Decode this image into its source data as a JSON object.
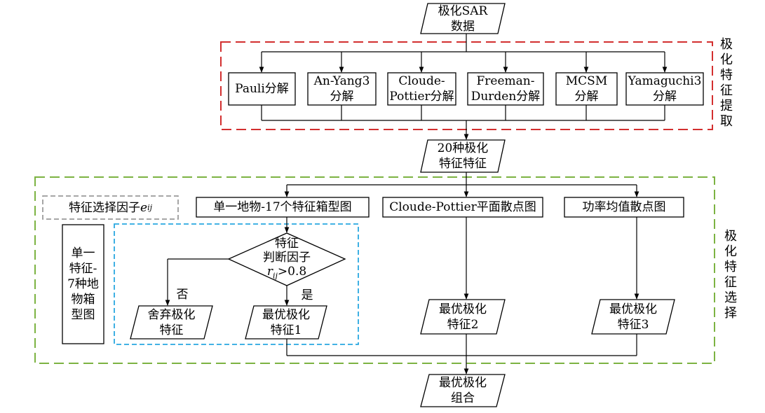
{
  "input": {
    "line1": "极化SAR",
    "line2": "数据"
  },
  "extraction_section_label": [
    "极",
    "化",
    "特",
    "征",
    "提",
    "取"
  ],
  "decompositions": [
    {
      "line1": "Pauli分解",
      "line2": ""
    },
    {
      "line1": "An-Yang3",
      "line2": "分解"
    },
    {
      "line1": "Cloude-",
      "line2": "Pottier分解"
    },
    {
      "line1": "Freeman-",
      "line2": "Durden分解"
    },
    {
      "line1": "MCSM",
      "line2": "分解"
    },
    {
      "line1": "Yamaguchi3",
      "line2": "分解"
    }
  ],
  "features20": {
    "line1": "20种极化",
    "line2": "特征特征"
  },
  "selection_section_label": [
    "极",
    "化",
    "特",
    "征",
    "选",
    "择"
  ],
  "factor_label": {
    "text": "特征选择因子",
    "var": "e",
    "sub": "ij"
  },
  "boxplot7": [
    "单一",
    "特征-",
    "7种地",
    "物箱",
    "型图"
  ],
  "methods": [
    {
      "text": "单一地物-17个特征箱型图"
    },
    {
      "text": "Cloude-Pottier平面散点图"
    },
    {
      "text": "功率均值散点图"
    }
  ],
  "decision": {
    "line1": "特征",
    "line2": "判断因子",
    "var": "r",
    "sub": "ij",
    "cond": ">0.8"
  },
  "no_label": "否",
  "yes_label": "是",
  "discard": {
    "line1": "舍弃极化",
    "line2": "特征"
  },
  "best": [
    {
      "line1": "最优极化",
      "line2": "特征1"
    },
    {
      "line1": "最优极化",
      "line2": "特征2"
    },
    {
      "line1": "最优极化",
      "line2": "特征3"
    }
  ],
  "output": {
    "line1": "最优极化",
    "line2": "组合"
  },
  "colors": {
    "extraction_border": "#d32f2f",
    "selection_border": "#7cb342",
    "decision_border": "#29a8e0",
    "factor_border": "#888888"
  }
}
